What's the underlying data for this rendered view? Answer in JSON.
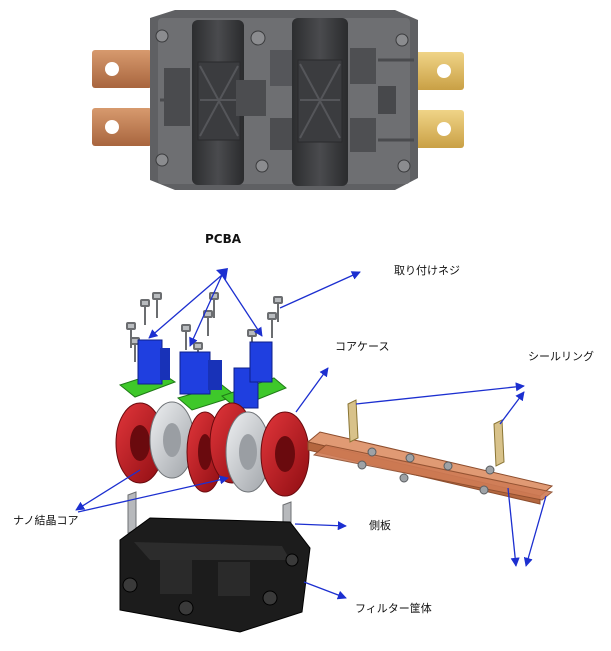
{
  "labels": {
    "pcba": "PCBA",
    "mounting_screw": "取り付けネジ",
    "core_case": "コアケース",
    "seal_ring": "シールリング",
    "nanocrystalline_core": "ナノ結晶コア",
    "side_plate": "側板",
    "filter_housing": "フィルター筐体"
  },
  "colors": {
    "arrow": "#1c2fd0",
    "pcb_blue": "#1f3fe0",
    "pcb_green": "#3ec82a",
    "core_red": "#c8141c",
    "core_silver": "#c9cbce",
    "busbar_copper": "#cf7b55",
    "housing_black": "#1c1c1c",
    "photo_housing": "#5f6063",
    "photo_copper": "#c98457",
    "photo_tin": "#e2c36b"
  }
}
